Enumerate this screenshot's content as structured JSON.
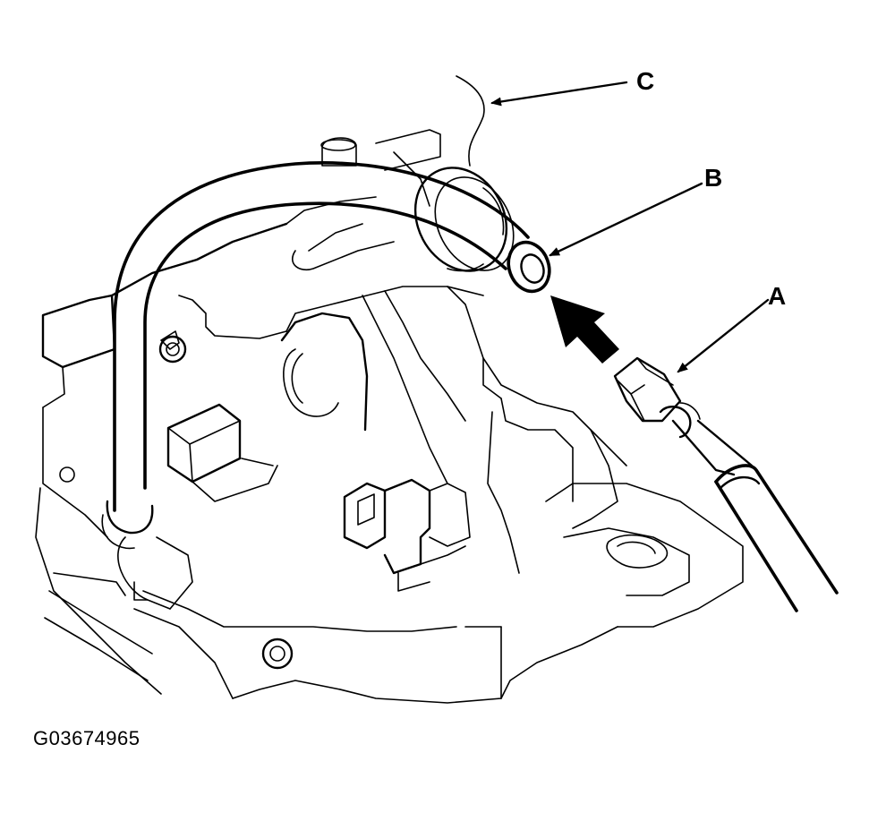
{
  "callouts": {
    "a": "A",
    "b": "B",
    "c": "C"
  },
  "figure_id": "G03674965",
  "colors": {
    "ink": "#000000",
    "paper": "#ffffff"
  }
}
